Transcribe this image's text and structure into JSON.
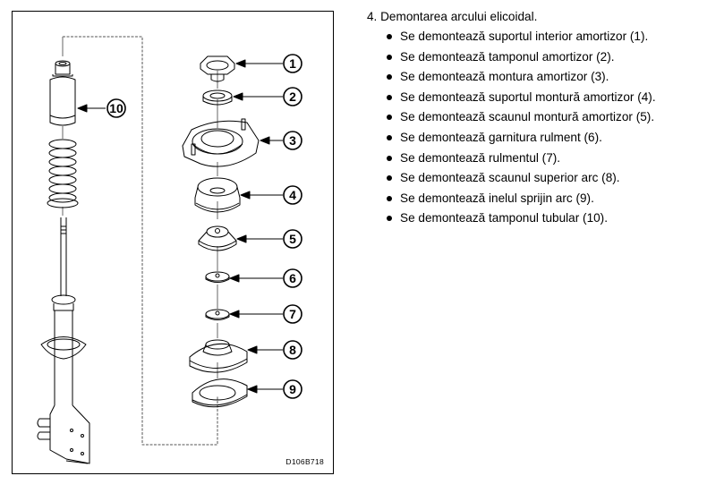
{
  "figure": {
    "code": "D106B718",
    "callouts": [
      "1",
      "2",
      "3",
      "4",
      "5",
      "6",
      "7",
      "8",
      "9",
      "10"
    ],
    "parts": [
      {
        "id": 1,
        "name": "suportul interior amortizor"
      },
      {
        "id": 2,
        "name": "tamponul amortizor"
      },
      {
        "id": 3,
        "name": "montura amortizor"
      },
      {
        "id": 4,
        "name": "suportul montură amortizor"
      },
      {
        "id": 5,
        "name": "scaunul montură amortizor"
      },
      {
        "id": 6,
        "name": "garnitura rulment"
      },
      {
        "id": 7,
        "name": "rulmentul"
      },
      {
        "id": 8,
        "name": "scaunul superior arc"
      },
      {
        "id": 9,
        "name": "inelul sprijin arc"
      },
      {
        "id": 10,
        "name": "tamponul tubular"
      }
    ]
  },
  "text": {
    "heading": "4. Demontarea arcului elicoidal.",
    "steps": [
      "Se demontează suportul interior amortizor (1).",
      "Se demontează tamponul amortizor (2).",
      "Se demontează montura amortizor (3).",
      "Se demontează suportul montură amortizor (4).",
      "Se demontează scaunul montură amortizor (5).",
      "Se demontează garnitura rulment (6).",
      "Se demontează rulmentul (7).",
      "Se demontează scaunul superior arc (8).",
      "Se demontează inelul sprijin arc (9).",
      "Se demontează tamponul tubular (10)."
    ]
  }
}
